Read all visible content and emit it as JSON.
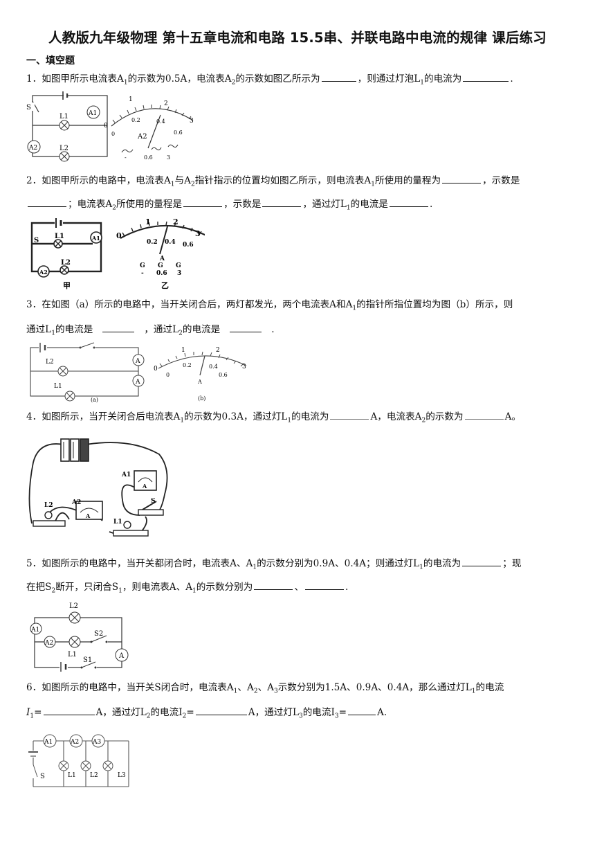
{
  "title": "人教版九年级物理 第十五章电流和电路 15.5串、并联电路中电流的规律 课后练习",
  "section": "一、填空题",
  "q1": {
    "num": "1．",
    "text_a": "如图甲所示电流表A",
    "text_b": "的示数为0.5A，电流表A",
    "text_c": "的示数如图乙所示为",
    "text_d": "，则通过灯泡L",
    "text_e": "的电流为",
    "end": ".",
    "sub1": "1",
    "sub2": "2"
  },
  "q2": {
    "num": "2．",
    "line1_a": "如图甲所示的电路中，电流表A",
    "line1_b": "与A",
    "line1_c": "指针指示的位置均如图乙所示，则电流表A",
    "line1_d": "所使用的量程为",
    "line1_e": "，示数是",
    "line2_a": "；电流表A",
    "line2_b": "所使用的量程是",
    "line2_c": "，示数是",
    "line2_d": "，通过灯L",
    "line2_e": "的电流是",
    "end": ".",
    "cap_jia": "甲",
    "cap_yi": "乙"
  },
  "q3": {
    "num": "3．",
    "line1": "在如图（a）所示的电路中，当开关闭合后，两灯都发光，两个电流表A和A",
    "line1_b": "的指针所指位置均为图（b）所示，则",
    "line2_a": "通过L",
    "line2_b": "的电流是",
    "line2_c": "，通过L",
    "line2_d": "的电流是",
    "end": ".",
    "cap_a": "(a)",
    "cap_b": "(b)"
  },
  "q4": {
    "num": "4．",
    "text_a": "如图所示，当开关闭合后电流表A",
    "text_b": "的示数为0.3A，通过灯L",
    "text_c": "的电流为",
    "text_d": "A，电流表A",
    "text_e": "的示数为",
    "end": "A。"
  },
  "q5": {
    "num": "5．",
    "line1_a": "如图所示的电路中，当开关都闭合时，电流表A、A",
    "line1_b": "的示数分别为0.9A、0.4A；则通过灯L",
    "line1_c": "的电流为",
    "line1_d": "；现",
    "line2_a": "在把S",
    "line2_b": "断开，只闭合S",
    "line2_c": "，则电流表A、A",
    "line2_d": "的示数分别为",
    "sep": "、",
    "end": "."
  },
  "q6": {
    "num": "6．",
    "line1": "如图所示的电路中，当开关S闭合时，电流表A",
    "line1_b": "、A",
    "line1_c": "、A",
    "line1_d": "示数分别为1.5A、0.9A、0.4A，那么通过灯L",
    "line1_e": "的电流",
    "line2_a": "I",
    "line2_b": "=",
    "line2_c": "A，通过灯L",
    "line2_d": "的电流I",
    "line2_e": "=",
    "line2_f": "A，通过灯L",
    "line2_g": "的电流I",
    "line2_h": "=",
    "end": "A."
  },
  "labels": {
    "S": "S",
    "S1": "S1",
    "S2": "S2",
    "L1": "L1",
    "L2": "L2",
    "L3": "L3",
    "A": "A",
    "A1": "A1",
    "A2": "A2",
    "A3": "A3",
    "minus": "-",
    "r06": "0.6",
    "r3": "3",
    "t0": "0",
    "t1": "1",
    "t2": "2",
    "t3": "3",
    "t02": "0.2",
    "t04": "0.4",
    "t06": "0.6"
  }
}
